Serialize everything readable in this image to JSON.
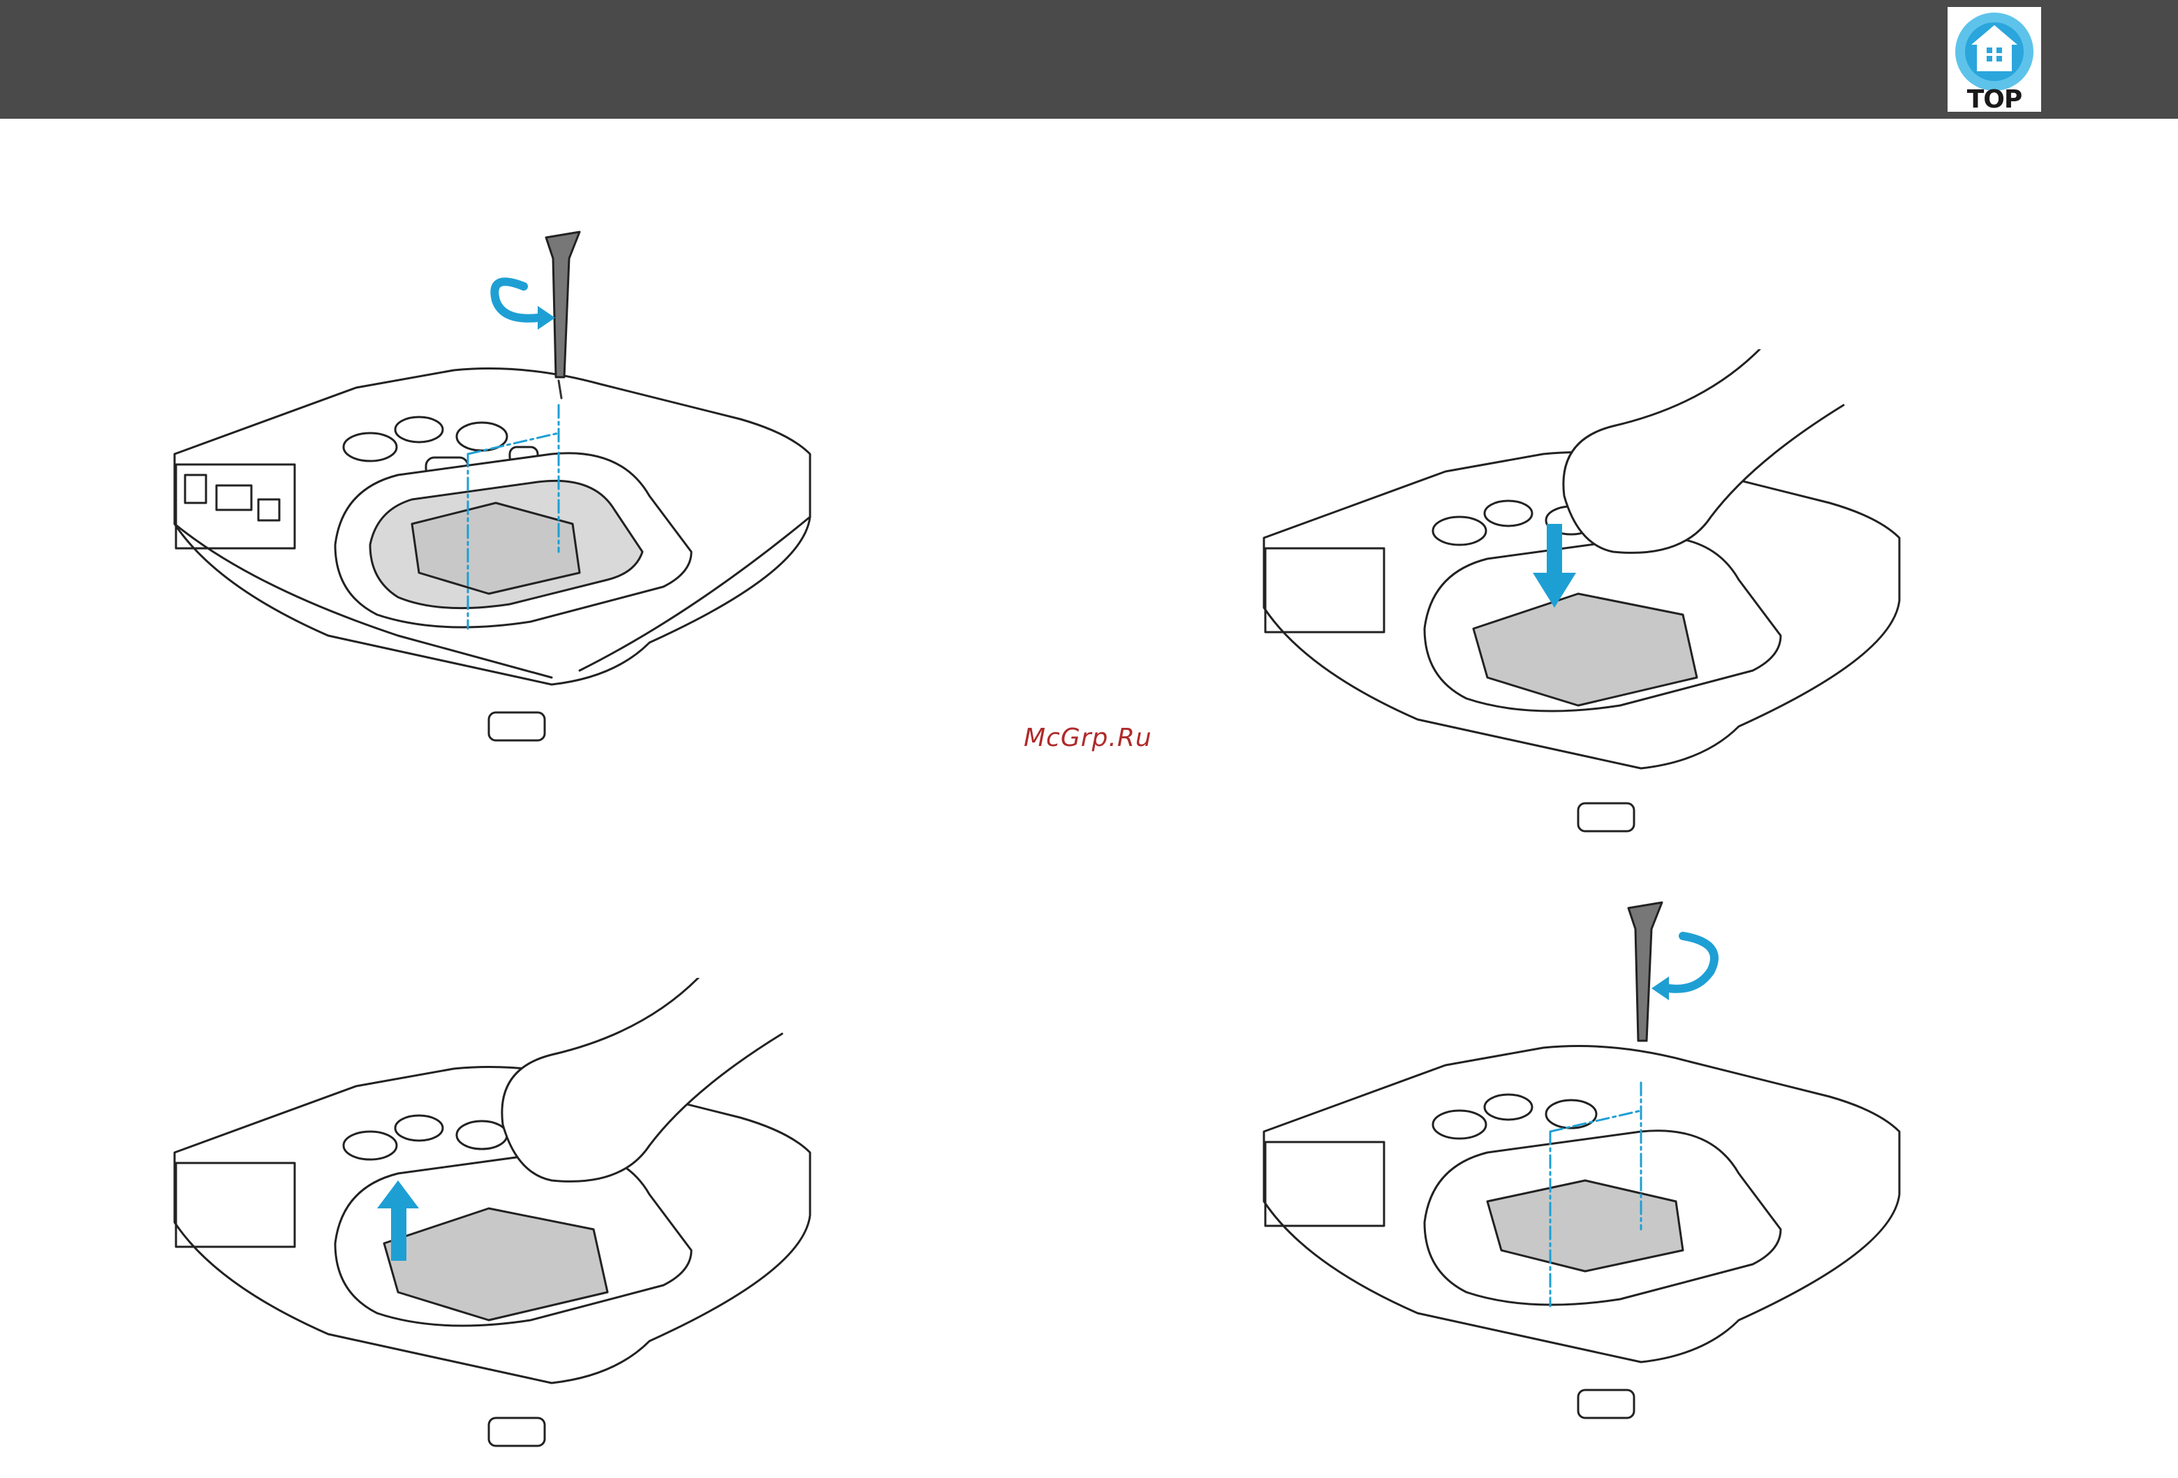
{
  "header": {
    "top_button_label": "TOP",
    "top_button_icon": "house-icon",
    "bar_color": "#4a4a4a",
    "accent_color": "#1e9fd4"
  },
  "figures": [
    {
      "step": "unscrew-lamp-screws",
      "arrow": "counterclockwise-arrow-icon"
    },
    {
      "step": "insert-new-lamp",
      "arrow": "down-arrow-icon"
    },
    {
      "step": "pull-out-lamp",
      "arrow": "up-arrow-icon"
    },
    {
      "step": "tighten-lamp-screws",
      "arrow": "clockwise-arrow-icon"
    }
  ],
  "watermark": "McGrp.Ru"
}
